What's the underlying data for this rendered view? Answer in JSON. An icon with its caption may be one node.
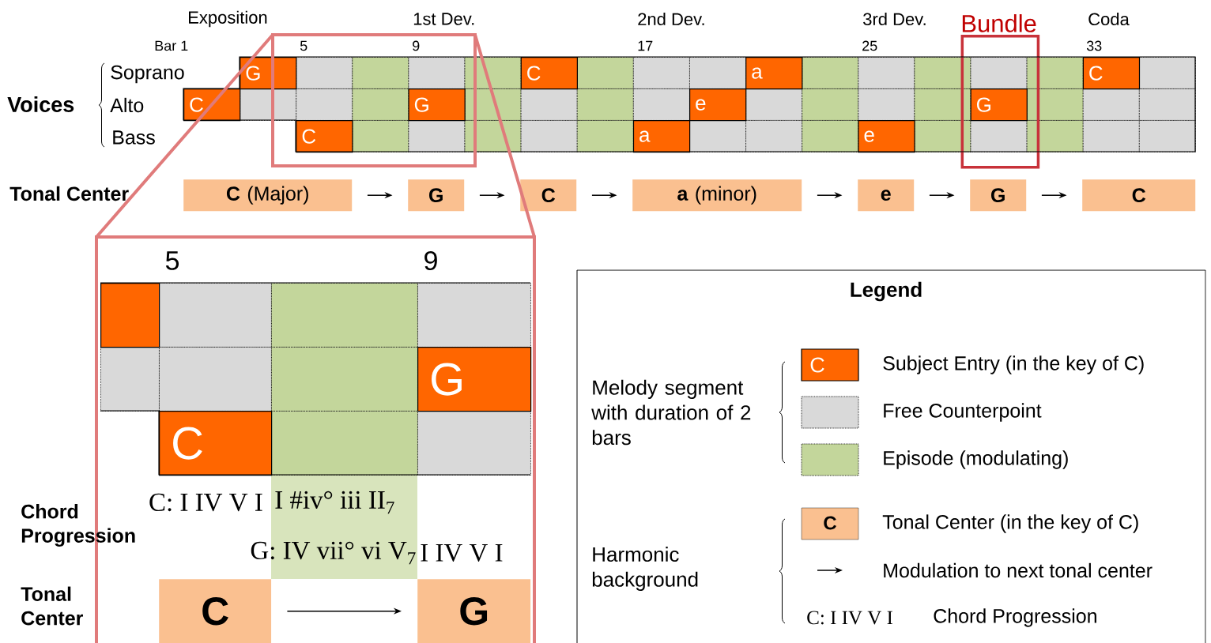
{
  "diagram": {
    "nodes": [
      {
        "text": [
          "Bundle"
        ]
      },
      {
        "text": [
          "G"
        ]
      },
      {
        "text": [],
        "shape": "box"
      },
      {
        "text": [],
        "shape": "box"
      },
      {
        "text": [],
        "shape": "box"
      },
      {
        "text": [],
        "shape": "box"
      },
      {
        "text": [
          "C"
        ]
      },
      {
        "text": [],
        "shape": "box"
      },
      {
        "text": [],
        "shape": "box"
      },
      {
        "text": [],
        "shape": "box"
      },
      {
        "text": [
          "a"
        ]
      },
      {
        "text": [],
        "shape": "box"
      },
      {
        "text": [],
        "shape": "box"
      },
      {
        "text": [],
        "shape": "box"
      },
      {
        "text": [],
        "shape": "box",
        "in": 0
      },
      {
        "text": [],
        "shape": "box"
      },
      {
        "text": [
          "C"
        ]
      },
      {
        "text": [],
        "shape": "box"
      },
      {
        "text": [
          "C"
        ]
      },
      {
        "text": [],
        "shape": "box"
      },
      {
        "text": [],
        "shape": "box"
      },
      {
        "text": [],
        "shape": "box"
      },
      {
        "text": [
          "G"
        ]
      },
      {
        "text": [],
        "shape": "box"
      },
      {
        "text": [],
        "shape": "box"
      },
      {
        "text": [],
        "shape": "box"
      },
      {
        "text": [],
        "shape": "box"
      },
      {
        "text": [
          "e"
        ]
      },
      {
        "text": [],
        "shape": "box"
      },
      {
        "text": [],
        "shape": "box"
      },
      {
        "text": [],
        "shape": "box"
      },
      {
        "text": [],
        "shape": "box"
      },
      {
        "text": [
          "G"
        ],
        "in": 0
      },
      {
        "text": [],
        "shape": "box"
      },
      {
        "text": [],
        "shape": "box"
      },
      {
        "text": [],
        "shape": "box"
      },
      {
        "text": [
          "C"
        ]
      },
      {
        "text": [],
        "shape": "box"
      },
      {
        "text": [],
        "shape": "box"
      },
      {
        "text": [],
        "shape": "box"
      },
      {
        "text": [],
        "shape": "box"
      },
      {
        "text": [],
        "shape": "box"
      },
      {
        "text": [
          "a"
        ]
      },
      {
        "text": [],
        "shape": "box"
      },
      {
        "text": [],
        "shape": "box"
      },
      {
        "text": [],
        "shape": "box"
      },
      {
        "text": [
          "e"
        ]
      },
      {
        "text": [],
        "shape": "box"
      },
      {
        "text": [],
        "shape": "box",
        "in": 0
      },
      {
        "text": [],
        "shape": "box"
      },
      {
        "text": [],
        "shape": "box"
      },
      {
        "text": [],
        "shape": "box"
      },
      {
        "text": [
          "**C** (Major)"
        ]
      },
      {
        "text": [
          "G"
        ]
      },
      {
        "text": [
          "C"
        ]
      },
      {
        "text": [
          "**a** (minor)"
        ]
      },
      {
        "text": [
          "e"
        ]
      },
      {
        "text": [
          "G"
        ]
      },
      {
        "text": [
          "C"
        ]
      },
      {
        "text": [],
        "shape": "box"
      },
      {
        "text": [],
        "shape": "box"
      },
      {
        "text": [],
        "shape": "box"
      },
      {
        "text": [],
        "shape": "box"
      },
      {
        "text": [],
        "shape": "box"
      },
      {
        "text": [],
        "shape": "box"
      },
      {
        "text": [],
        "shape": "box"
      },
      {
        "text": [
          "G"
        ]
      },
      {
        "text": [
          "C"
        ]
      },
      {
        "text": [],
        "shape": "box"
      },
      {
        "text": [],
        "shape": "box"
      },
      {
        "text": [
          "C"
        ]
      },
      {
        "text": [
          "G"
        ]
      }
    ],
    "edges": [
      {
        "from": 52,
        "to": 53,
        "arrow": "to"
      },
      {
        "from": 53,
        "to": 54,
        "arrow": "to"
      },
      {
        "from": 54,
        "to": 55,
        "arrow": "to"
      },
      {
        "from": 55,
        "to": 56,
        "arrow": "to"
      },
      {
        "from": 56,
        "to": 57,
        "arrow": "to"
      },
      {
        "from": 57,
        "to": 58,
        "arrow": "to"
      },
      {
        "from": 70,
        "to": 71,
        "arrow": "to"
      }
    ],
    "labels": [
      "Exposition",
      "1st Dev.",
      "2nd Dev.",
      "3rd Dev.",
      "Coda",
      "Bar 1",
      "5",
      "9",
      "17",
      "25",
      "33",
      "Soprano",
      "Voices",
      "Alto",
      "Bass",
      "Tonal Center",
      "5",
      "9",
      "C: I IV V I",
      "I #iv° iii II$_{7}$",
      "Chord Progression",
      "G: IV vii° vi V$_{7}$",
      "I IV V I",
      "Tonal Center",
      "Legend",
      "C",
      "Melody segment with duration of 2 bars",
      "C",
      "Harmonic background",
      "C: I IV V I"
    ],
    "legend": [
      {
        "text": "Subject Entry (in the key of C)",
        "color": "#ff6600"
      },
      {
        "text": "Free Counterpoint",
        "color": "#d9d9d9"
      },
      {
        "text": "Episode (modulating)",
        "color": "#c3d69b"
      },
      {
        "text": "Tonal Center (in the key of C)",
        "color": "#fac090"
      },
      {
        "text": "Modulation to next tonal center"
      },
      {
        "text": "Chord Progression"
      }
    ]
  }
}
